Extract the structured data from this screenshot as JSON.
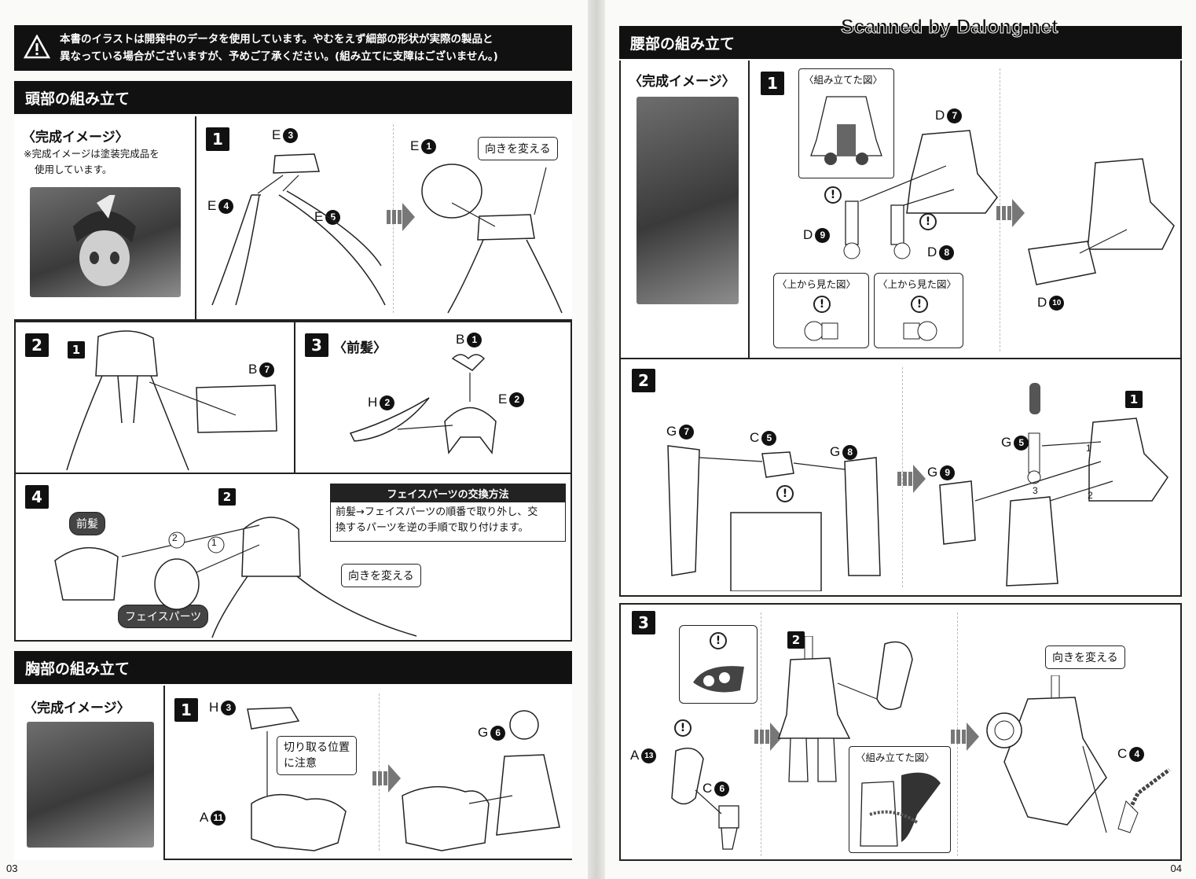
{
  "warning": {
    "line1": "本書のイラストは開発中のデータを使用しています。やむをえず細部の形状が実際の製品と",
    "line2": "異なっている場合がございますが、予めご了承ください。(組み立てに支障はございません。)"
  },
  "left": {
    "head_title": "頭部の組み立て",
    "completed_image": "〈完成イメージ〉",
    "completed_note_1": "※完成イメージは塗装完成品を",
    "completed_note_2": "使用しています。",
    "step1": {
      "num": "1",
      "e3": "E",
      "e3n": "3",
      "e4": "E",
      "e4n": "4",
      "e5": "E",
      "e5n": "5",
      "e1": "E",
      "e1n": "1",
      "callout": "向きを変える"
    },
    "step2": {
      "num": "2",
      "sub": "1",
      "b7": "B",
      "b7n": "7"
    },
    "step3": {
      "num": "3",
      "title": "〈前髪〉",
      "b1": "B",
      "b1n": "1",
      "h2": "H",
      "h2n": "2",
      "e2": "E",
      "e2n": "2"
    },
    "step4": {
      "num": "4",
      "sub": "2",
      "front_hair": "前髪",
      "face_parts": "フェイスパーツ",
      "o1": "1",
      "o2": "2",
      "callout": "向きを変える"
    },
    "face_box": {
      "title": "フェイスパーツの交換方法",
      "line1": "前髪→フェイスパーツの順番で取り外し、交",
      "line2": "換するパーツを逆の手順で取り付けます。"
    },
    "chest_title": "胸部の組み立て",
    "chest_completed": "〈完成イメージ〉",
    "chest_step1": {
      "num": "1",
      "h3": "H",
      "h3n": "3",
      "a11": "A",
      "a11n": "11",
      "g6": "G",
      "g6n": "6",
      "callout_1": "切り取る位置",
      "callout_2": "に注意"
    },
    "page_number": "03"
  },
  "right": {
    "watermark": "Scanned by Dalong.net",
    "waist_title": "腰部の組み立て",
    "completed_image": "〈完成イメージ〉",
    "step1": {
      "num": "1",
      "assembled": "〈組み立てた図〉",
      "d7": "D",
      "d7n": "7",
      "d9": "D",
      "d9n": "9",
      "d8": "D",
      "d8n": "8",
      "d10": "D",
      "d10n": "10",
      "top_view_1": "〈上から見た図〉",
      "top_view_2": "〈上から見た図〉"
    },
    "step2": {
      "num": "2",
      "g7": "G",
      "g7n": "7",
      "c5": "C",
      "c5n": "5",
      "g8": "G",
      "g8n": "8",
      "g5": "G",
      "g5n": "5",
      "g9": "G",
      "g9n": "9",
      "ref": "1",
      "o1": "1",
      "o2": "2",
      "o3": "3"
    },
    "step3": {
      "num": "3",
      "ref": "2",
      "a13": "A",
      "a13n": "13",
      "c6": "C",
      "c6n": "6",
      "c4": "C",
      "c4n": "4",
      "assembled": "〈組み立てた図〉",
      "callout": "向きを変える"
    },
    "page_number": "04"
  },
  "icons": {
    "warning": "warning-triangle-icon",
    "caution": "exclamation-icon",
    "arrow": "assembly-arrow-icon"
  }
}
